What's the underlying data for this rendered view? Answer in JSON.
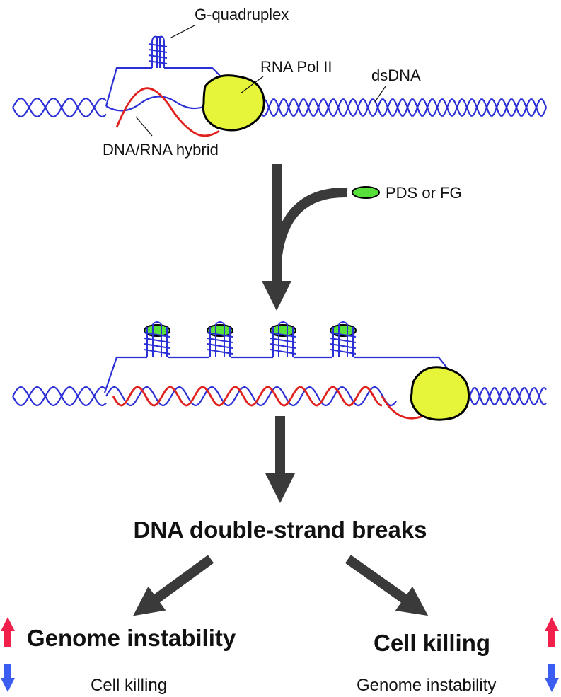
{
  "labels": {
    "g_quadruplex": "G-quadruplex",
    "rna_pol_ii": "RNA Pol II",
    "dsdna": "dsDNA",
    "dna_rna_hybrid": "DNA/RNA hybrid",
    "ligand": "PDS or FG",
    "dsb": "DNA double-strand breaks",
    "left_outcome_main": "Genome instability",
    "left_outcome_secondary": "Cell killing",
    "right_outcome_main": "Cell killing",
    "right_outcome_secondary": "Genome instability"
  },
  "colors": {
    "dna_strand": "#2b2fd6",
    "rna_strand": "#e0201c",
    "polymerase": "#e6f53a",
    "ligand": "#58e03a",
    "arrow": "#3a3a3a",
    "up_arrow": "#f0204a",
    "down_arrow": "#3a5cf0"
  },
  "icons": {
    "up": "red-up-arrow-icon",
    "down": "blue-down-arrow-icon"
  }
}
